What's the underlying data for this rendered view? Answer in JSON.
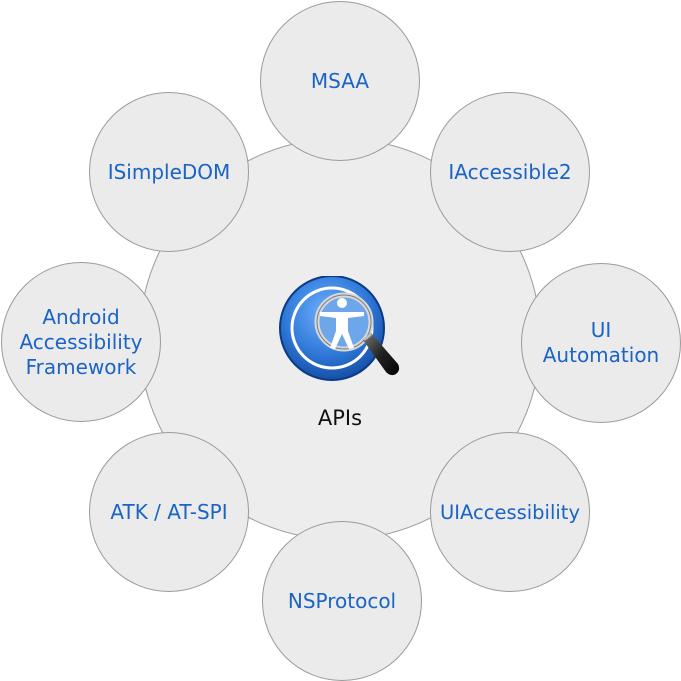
{
  "center": {
    "label": "APIs",
    "icon": "accessibility-magnifier-icon"
  },
  "nodes": [
    {
      "id": "msaa",
      "label": "MSAA"
    },
    {
      "id": "iaccessible2",
      "label": "IAccessible2"
    },
    {
      "id": "ui-automation",
      "label": "UI\nAutomation"
    },
    {
      "id": "uiaccessibility",
      "label": "UIAccessibility"
    },
    {
      "id": "nsprotocol",
      "label": "NSProtocol"
    },
    {
      "id": "atk-at-spi",
      "label": "ATK / AT-SPI"
    },
    {
      "id": "android",
      "label": "Android\nAccessibility\nFramework"
    },
    {
      "id": "isimpledom",
      "label": "ISimpleDOM"
    }
  ],
  "colors": {
    "node_text": "#1a63c7",
    "circle_fill": "#ececec",
    "circle_border": "#9b9b9b",
    "center_text": "#111111",
    "icon_blue": "#2f78d8"
  }
}
